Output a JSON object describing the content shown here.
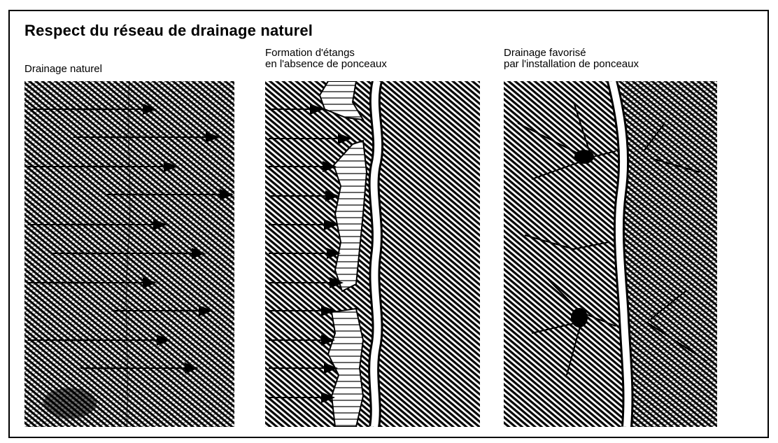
{
  "title": "Respect du réseau de drainage naturel",
  "panels": [
    {
      "label_lines": [
        "Drainage naturel"
      ]
    },
    {
      "label_lines": [
        "Formation d'étangs",
        "en l'absence de ponceaux"
      ]
    },
    {
      "label_lines": [
        "Drainage favorisé",
        "par l'installation de ponceaux"
      ]
    }
  ],
  "colors": {
    "ink": "#000000",
    "paper": "#ffffff"
  }
}
